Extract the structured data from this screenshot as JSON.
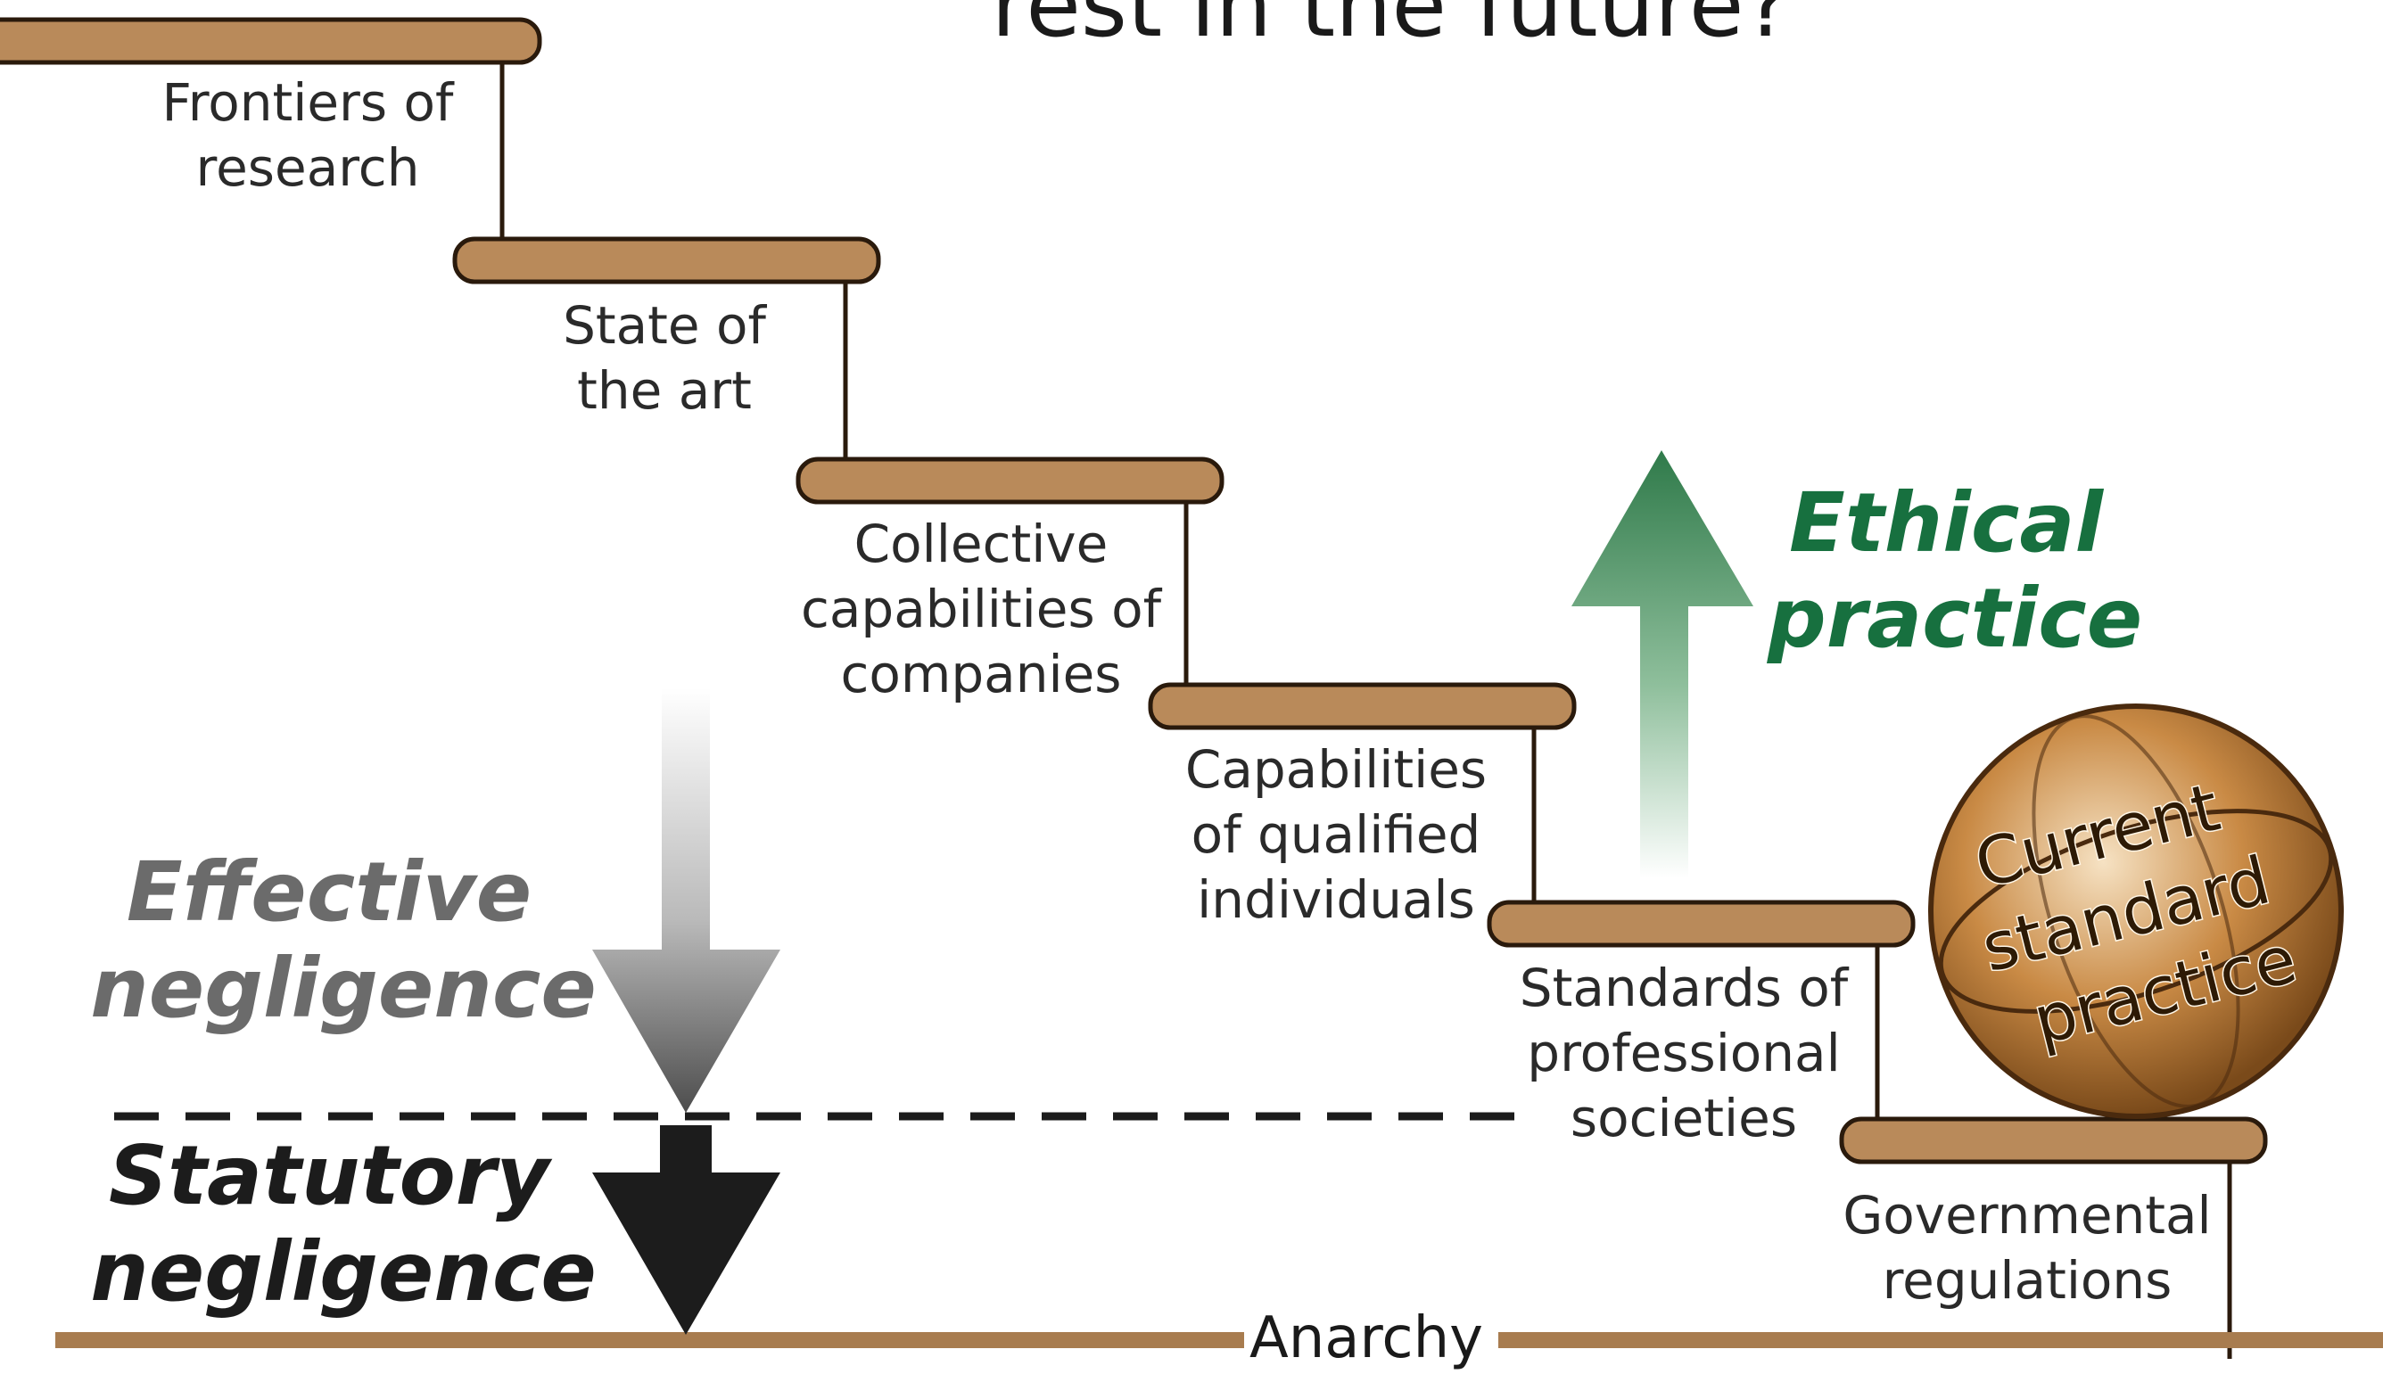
{
  "title": "rest in the future?",
  "colors": {
    "step_fill": "#b98a5a",
    "step_stroke": "#2a1a0c",
    "ethical_green": "#17703f",
    "effective_gray": "#6b6b6b",
    "statutory_black": "#1c1c1c",
    "floor_line": "#a87c4f"
  },
  "steps": [
    {
      "label_lines": [
        "Frontiers of",
        "research"
      ]
    },
    {
      "label_lines": [
        "State of",
        "the art"
      ]
    },
    {
      "label_lines": [
        "Collective",
        "capabilities of",
        "companies"
      ]
    },
    {
      "label_lines": [
        "Capabilities",
        "of qualified",
        "individuals"
      ]
    },
    {
      "label_lines": [
        "Standards of",
        "professional",
        "societies"
      ]
    },
    {
      "label_lines": [
        "Governmental",
        "regulations"
      ]
    }
  ],
  "ball": {
    "lines": [
      "Current",
      "standard",
      "practice"
    ]
  },
  "ethical": {
    "lines": [
      "Ethical",
      "practice"
    ]
  },
  "effective": {
    "lines": [
      "Effective",
      "negligence"
    ]
  },
  "statutory": {
    "lines": [
      "Statutory",
      "negligence"
    ]
  },
  "floor": {
    "label": "Anarchy"
  }
}
